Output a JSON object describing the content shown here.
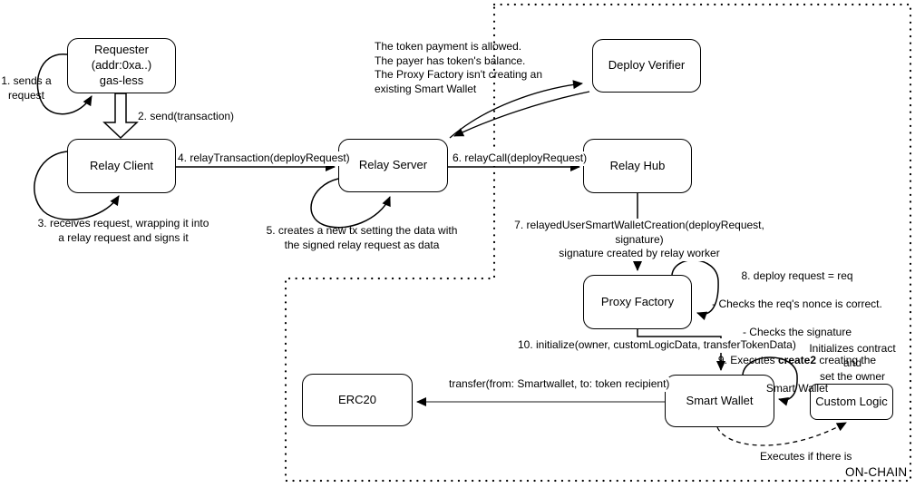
{
  "diagram": {
    "nodes": {
      "requester": {
        "label": "Requester\n(addr:0xa..)\ngas-less"
      },
      "relay_client": {
        "label": "Relay Client"
      },
      "relay_server": {
        "label": "Relay Server"
      },
      "deploy_verifier": {
        "label": "Deploy Verifier"
      },
      "relay_hub": {
        "label": "Relay Hub"
      },
      "proxy_factory": {
        "label": "Proxy Factory"
      },
      "smart_wallet": {
        "label": "Smart Wallet"
      },
      "erc20": {
        "label": "ERC20"
      },
      "custom_logic": {
        "label": "Custom Logic"
      }
    },
    "annotations": {
      "step1": "1. sends a\nrequest",
      "step2": "2. send(transaction)",
      "step3": "3. receives request, wrapping it into\na relay request and signs it",
      "step4": "4. relayTransaction(deployRequest)",
      "step5": "5. creates a new tx setting the data with\nthe signed relay request as data",
      "step6": "6. relayCall(deployRequest)",
      "step7": "7. relayedUserSmartWalletCreation(deployRequest, signature)\nsignature created by relay worker",
      "verifier_note": "The token payment is allowed.\nThe payer has token's balance.\nThe Proxy Factory isn't creating an\nexisting Smart Wallet",
      "step8_line1": "8. deploy request = req",
      "step8_line2": "- Checks the req's nonce is correct.",
      "step8_line3": "- Checks the signature",
      "step9_pre": "9. Executes ",
      "step9_bold": "create2",
      "step9_post": " creating the",
      "step9_line2": "Smart Wallet",
      "step10": "10. initialize(owner, customLogicData, transferTokenData)",
      "wallet_note": "Initializes contract and\nset the owner",
      "transfer_label": "transfer(from: Smartwallet, to: token recipient)",
      "executes_label": "Executes if there is",
      "onchain_label": "ON-CHAIN"
    },
    "colors": {
      "stroke": "#000000",
      "background": "#ffffff",
      "transfer_line": "#666666"
    }
  }
}
